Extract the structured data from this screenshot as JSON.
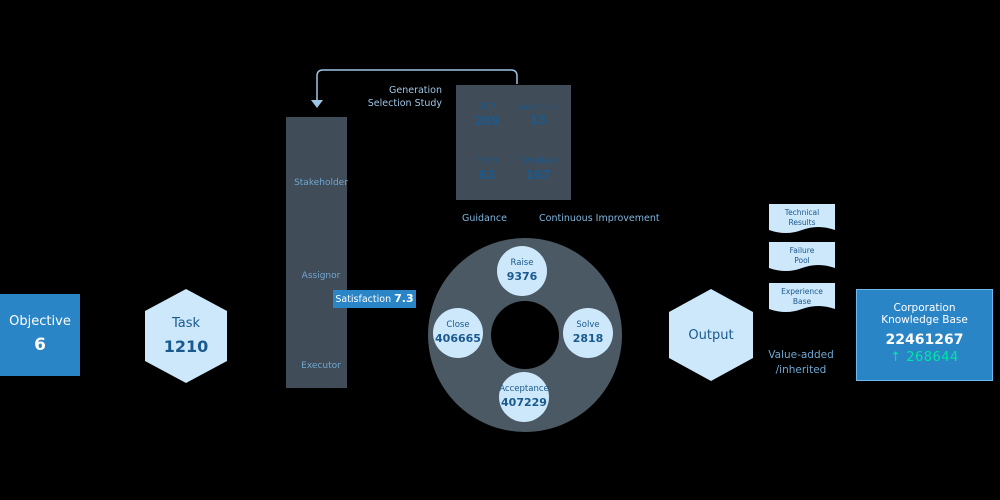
{
  "objective": {
    "label": "Objective",
    "value": "6"
  },
  "task": {
    "label": "Task",
    "value": "1210"
  },
  "roles": {
    "stakeholder": {
      "label": "Stakeholder",
      "icon": "group-icon"
    },
    "assignor": {
      "label": "Assignor",
      "icon": "person-icon"
    },
    "executor": {
      "label": "Executor",
      "icon": "person-icon"
    }
  },
  "satisfaction": {
    "label": "Satisfaction",
    "value": "7.3"
  },
  "generation": {
    "line1": "Generation",
    "line2": "Selection Study"
  },
  "documents": {
    "sop": {
      "label": "SOP",
      "value": "209"
    },
    "specification": {
      "label": "Specification",
      "value": "13"
    },
    "form": {
      "label": "Form",
      "value": "63"
    },
    "template": {
      "label": "Template",
      "value": "167"
    }
  },
  "guidance": "Guidance",
  "continuous_improvement": "Continuous Improvement",
  "cycle": {
    "raise": {
      "label": "Raise",
      "value": "9376"
    },
    "solve": {
      "label": "Solve",
      "value": "2818"
    },
    "acceptance": {
      "label": "Acceptance",
      "value": "407229"
    },
    "close": {
      "label": "Close",
      "value": "406665"
    }
  },
  "output": "Output",
  "results": {
    "technical": {
      "line1": "Technical",
      "line2": "Results"
    },
    "failure": {
      "line1": "Failure",
      "line2": "Pool"
    },
    "experience": {
      "line1": "Experience",
      "line2": "Base"
    }
  },
  "value_added": {
    "line1": "Value-added",
    "line2": "/inherited"
  },
  "knowledge_base": {
    "line1": "Corporation",
    "line2": "Knowledge Base",
    "total": "22461267",
    "delta": "↑ 268644"
  },
  "colors": {
    "accent": "#2a85c6",
    "panel": "#404c57",
    "light": "#cde7fb",
    "ring": "#4a5963",
    "teal": "#00e5a8"
  }
}
